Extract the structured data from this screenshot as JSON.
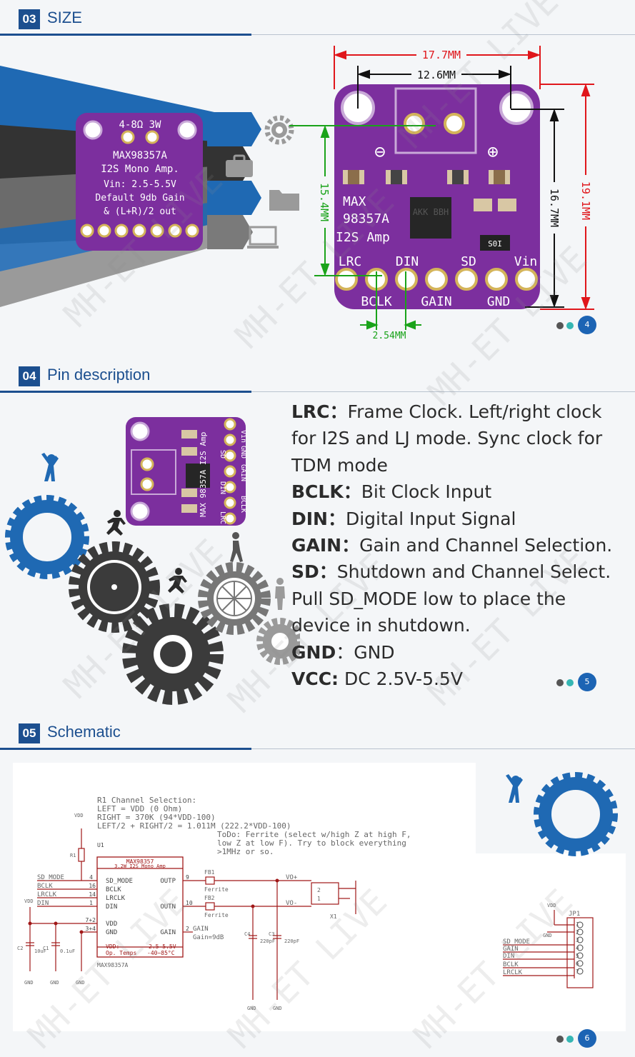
{
  "sections": [
    {
      "num": "03",
      "title": "SIZE"
    },
    {
      "num": "04",
      "title": "Pin description"
    },
    {
      "num": "05",
      "title": "Schematic"
    }
  ],
  "colors": {
    "header_blue": "#1c4f8f",
    "board_purple": "#7c2f9e",
    "dim_red": "#e0161b",
    "dim_green": "#1aa31a",
    "gear_blue": "#1f69b3",
    "gear_dark": "#3b3b3b"
  },
  "icons": [
    "gear-icon",
    "briefcase-icon",
    "folder-icon",
    "laptop-icon",
    "person-cheer-icon",
    "runner-icon",
    "walker-icon",
    "standing-person-icon"
  ],
  "page_numbers": [
    "4",
    "5",
    "6"
  ],
  "size_board": {
    "silk": [
      "4-8Ω 3W",
      "MAX98357A",
      "I2S Mono Amp.",
      "Vin: 2.5-5.5V",
      "Default 9db Gain",
      "& (L+R)/2 out"
    ]
  },
  "dims": {
    "width_total": "17.7MM",
    "width_holes": "12.6MM",
    "height_left": "15.4MM",
    "height_mid": "16.7MM",
    "height_total": "19.1MM",
    "pitch": "2.54MM"
  },
  "board_large": {
    "silk": [
      "MAX",
      "98357A",
      "I2S Amp"
    ],
    "chip": "AKK BBH",
    "diode": "S0I",
    "minus": "⊖",
    "plus": "⊕",
    "top_pins": [
      "LRC",
      "DIN",
      "SD",
      "Vin"
    ],
    "bottom_pins": [
      "BCLK",
      "GAIN",
      "GND"
    ]
  },
  "board_small": {
    "silk": "MAX 98357A I2S Amp",
    "pins": [
      "Vin",
      "GND",
      "SD",
      "GAIN",
      "DIN",
      "BCLK",
      "LRC"
    ]
  },
  "pins": [
    {
      "key": "LRC：",
      "desc": "Frame Clock. Left/right clock for I2S and LJ mode. Sync clock for TDM mode"
    },
    {
      "key": "BCLK：",
      "desc": "Bit Clock Input"
    },
    {
      "key": "DIN：",
      "desc": "Digital Input Signal"
    },
    {
      "key": "GAIN：",
      "desc": "Gain and Channel Selection."
    },
    {
      "key": "SD：",
      "desc": "Shutdown and Channel Select. Pull SD_MODE low to place the device in shutdown."
    },
    {
      "key": "GND",
      "desc": "：GND"
    },
    {
      "key": "VCC:",
      "desc": "DC 2.5V-5.5V"
    }
  ],
  "schematic": {
    "note1": [
      "R1 Channel Selection:",
      "LEFT = VDD (0 Ohm)",
      "RIGHT = 370K (94*VDD-100)",
      "LEFT/2 + RIGHT/2 = 1.011M (222.2*VDD-100)"
    ],
    "note2": [
      "ToDo: Ferrite (select w/high Z at high F,",
      "low Z at low F). Try to block everything",
      ">1MHz or so."
    ],
    "ic_name": "MAX98357",
    "ic_sub": "3.2W I2S Mono Amp",
    "ic_left_pins": [
      "SD_MODE",
      "BCLK",
      "LRCLK",
      "DIN",
      "VDD",
      "GND"
    ],
    "ic_right_pins": [
      "OUTP",
      "OUTN",
      "GAIN"
    ],
    "ic_bottom": [
      "VDD:",
      "Op. Temps",
      "2.5-5.5V",
      "-40~85°C"
    ],
    "pin_numbers": [
      "4",
      "16",
      "14",
      "1",
      "7+2",
      "3+4",
      "9",
      "10",
      "2"
    ],
    "nets_left": [
      "SD_MODE",
      "BCLK",
      "LRCLK",
      "DIN"
    ],
    "vdd": "VDD",
    "gnd": "GND",
    "u1": "U1",
    "r1": "R1",
    "c_labels": [
      "C2",
      "C1",
      "C4",
      "C3"
    ],
    "c_values": [
      "10uF",
      "0.1uF",
      "220pF",
      "220pF"
    ],
    "fb": [
      "FB1",
      "FB2"
    ],
    "ferrite": "Ferrite",
    "nets_out": [
      "VO+",
      "VO-"
    ],
    "gain_label": "GAIN",
    "gain_value": "Gain=9dB",
    "part": "MAX98357A",
    "x1": "X1",
    "x1_pins": [
      "2",
      "1"
    ],
    "jp1": "JP1",
    "jp_nets": [
      "SD_MODE",
      "GAIN",
      "DIN",
      "BCLK",
      "LRCLK"
    ],
    "jp_pins": [
      "1",
      "2",
      "3",
      "4",
      "5",
      "6",
      "7"
    ]
  },
  "watermark": "MH-ET LIVE"
}
